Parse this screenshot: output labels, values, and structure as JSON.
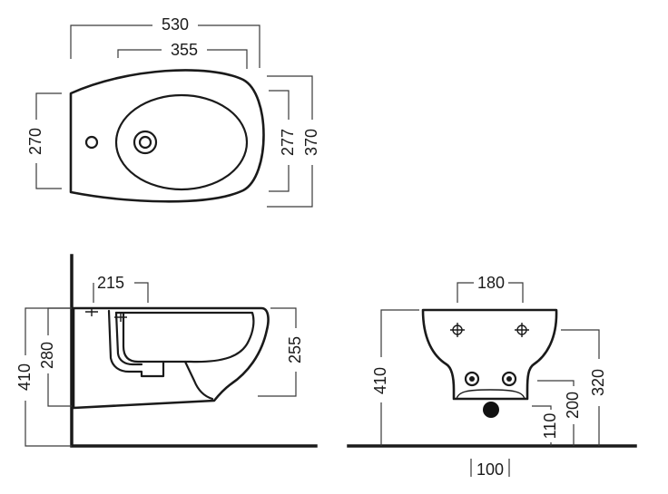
{
  "dimensions": {
    "top_width_overall": "530",
    "top_width_bowl": "355",
    "top_height_left": "270",
    "top_height_bowl": "277",
    "top_height_overall": "370",
    "side_depth": "215",
    "side_total_height": "410",
    "side_height_280": "280",
    "side_height_255": "255",
    "front_width": "180",
    "front_total_height": "410",
    "front_height_320": "320",
    "front_height_200": "200",
    "front_height_110": "110",
    "front_base_width": "100"
  }
}
